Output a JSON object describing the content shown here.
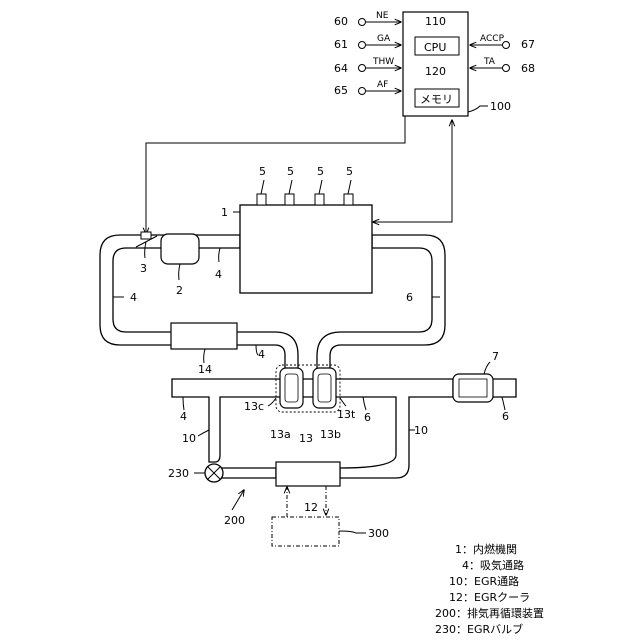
{
  "ecu": {
    "label": "100",
    "cpu_num": "110",
    "cpu": "CPU",
    "mem_num": "120",
    "mem": "メモリ"
  },
  "inputs_left": [
    {
      "num": "60",
      "sig": "NE"
    },
    {
      "num": "61",
      "sig": "GA"
    },
    {
      "num": "64",
      "sig": "THW"
    },
    {
      "num": "65",
      "sig": "AF"
    }
  ],
  "inputs_right": [
    {
      "num": "67",
      "sig": "ACCP"
    },
    {
      "num": "68",
      "sig": "TA"
    }
  ],
  "engine": {
    "label": "1",
    "injectors": [
      "5",
      "5",
      "5",
      "5"
    ]
  },
  "labels": {
    "throttle": "3",
    "intake_box": "2",
    "intake_4a": "4",
    "intake_4b": "4",
    "intake_4c": "4",
    "intake_4d": "4",
    "exhaust_6a": "6",
    "exhaust_6b": "6",
    "exhaust_6c": "6",
    "catalyst": "7",
    "intercooler": "14",
    "egr_10a": "10",
    "egr_10b": "10",
    "valve": "230",
    "system": "200",
    "cooler": "12",
    "unit": "300",
    "t13c": "13c",
    "t13t": "13t",
    "t13a": "13a",
    "t13": "13",
    "t13b": "13b"
  },
  "legend": [
    "1：内燃機関",
    "4：吸気通路",
    "10：EGR通路",
    "12：EGRクーラ",
    "200：排気再循環装置",
    "230：EGRバルブ"
  ]
}
